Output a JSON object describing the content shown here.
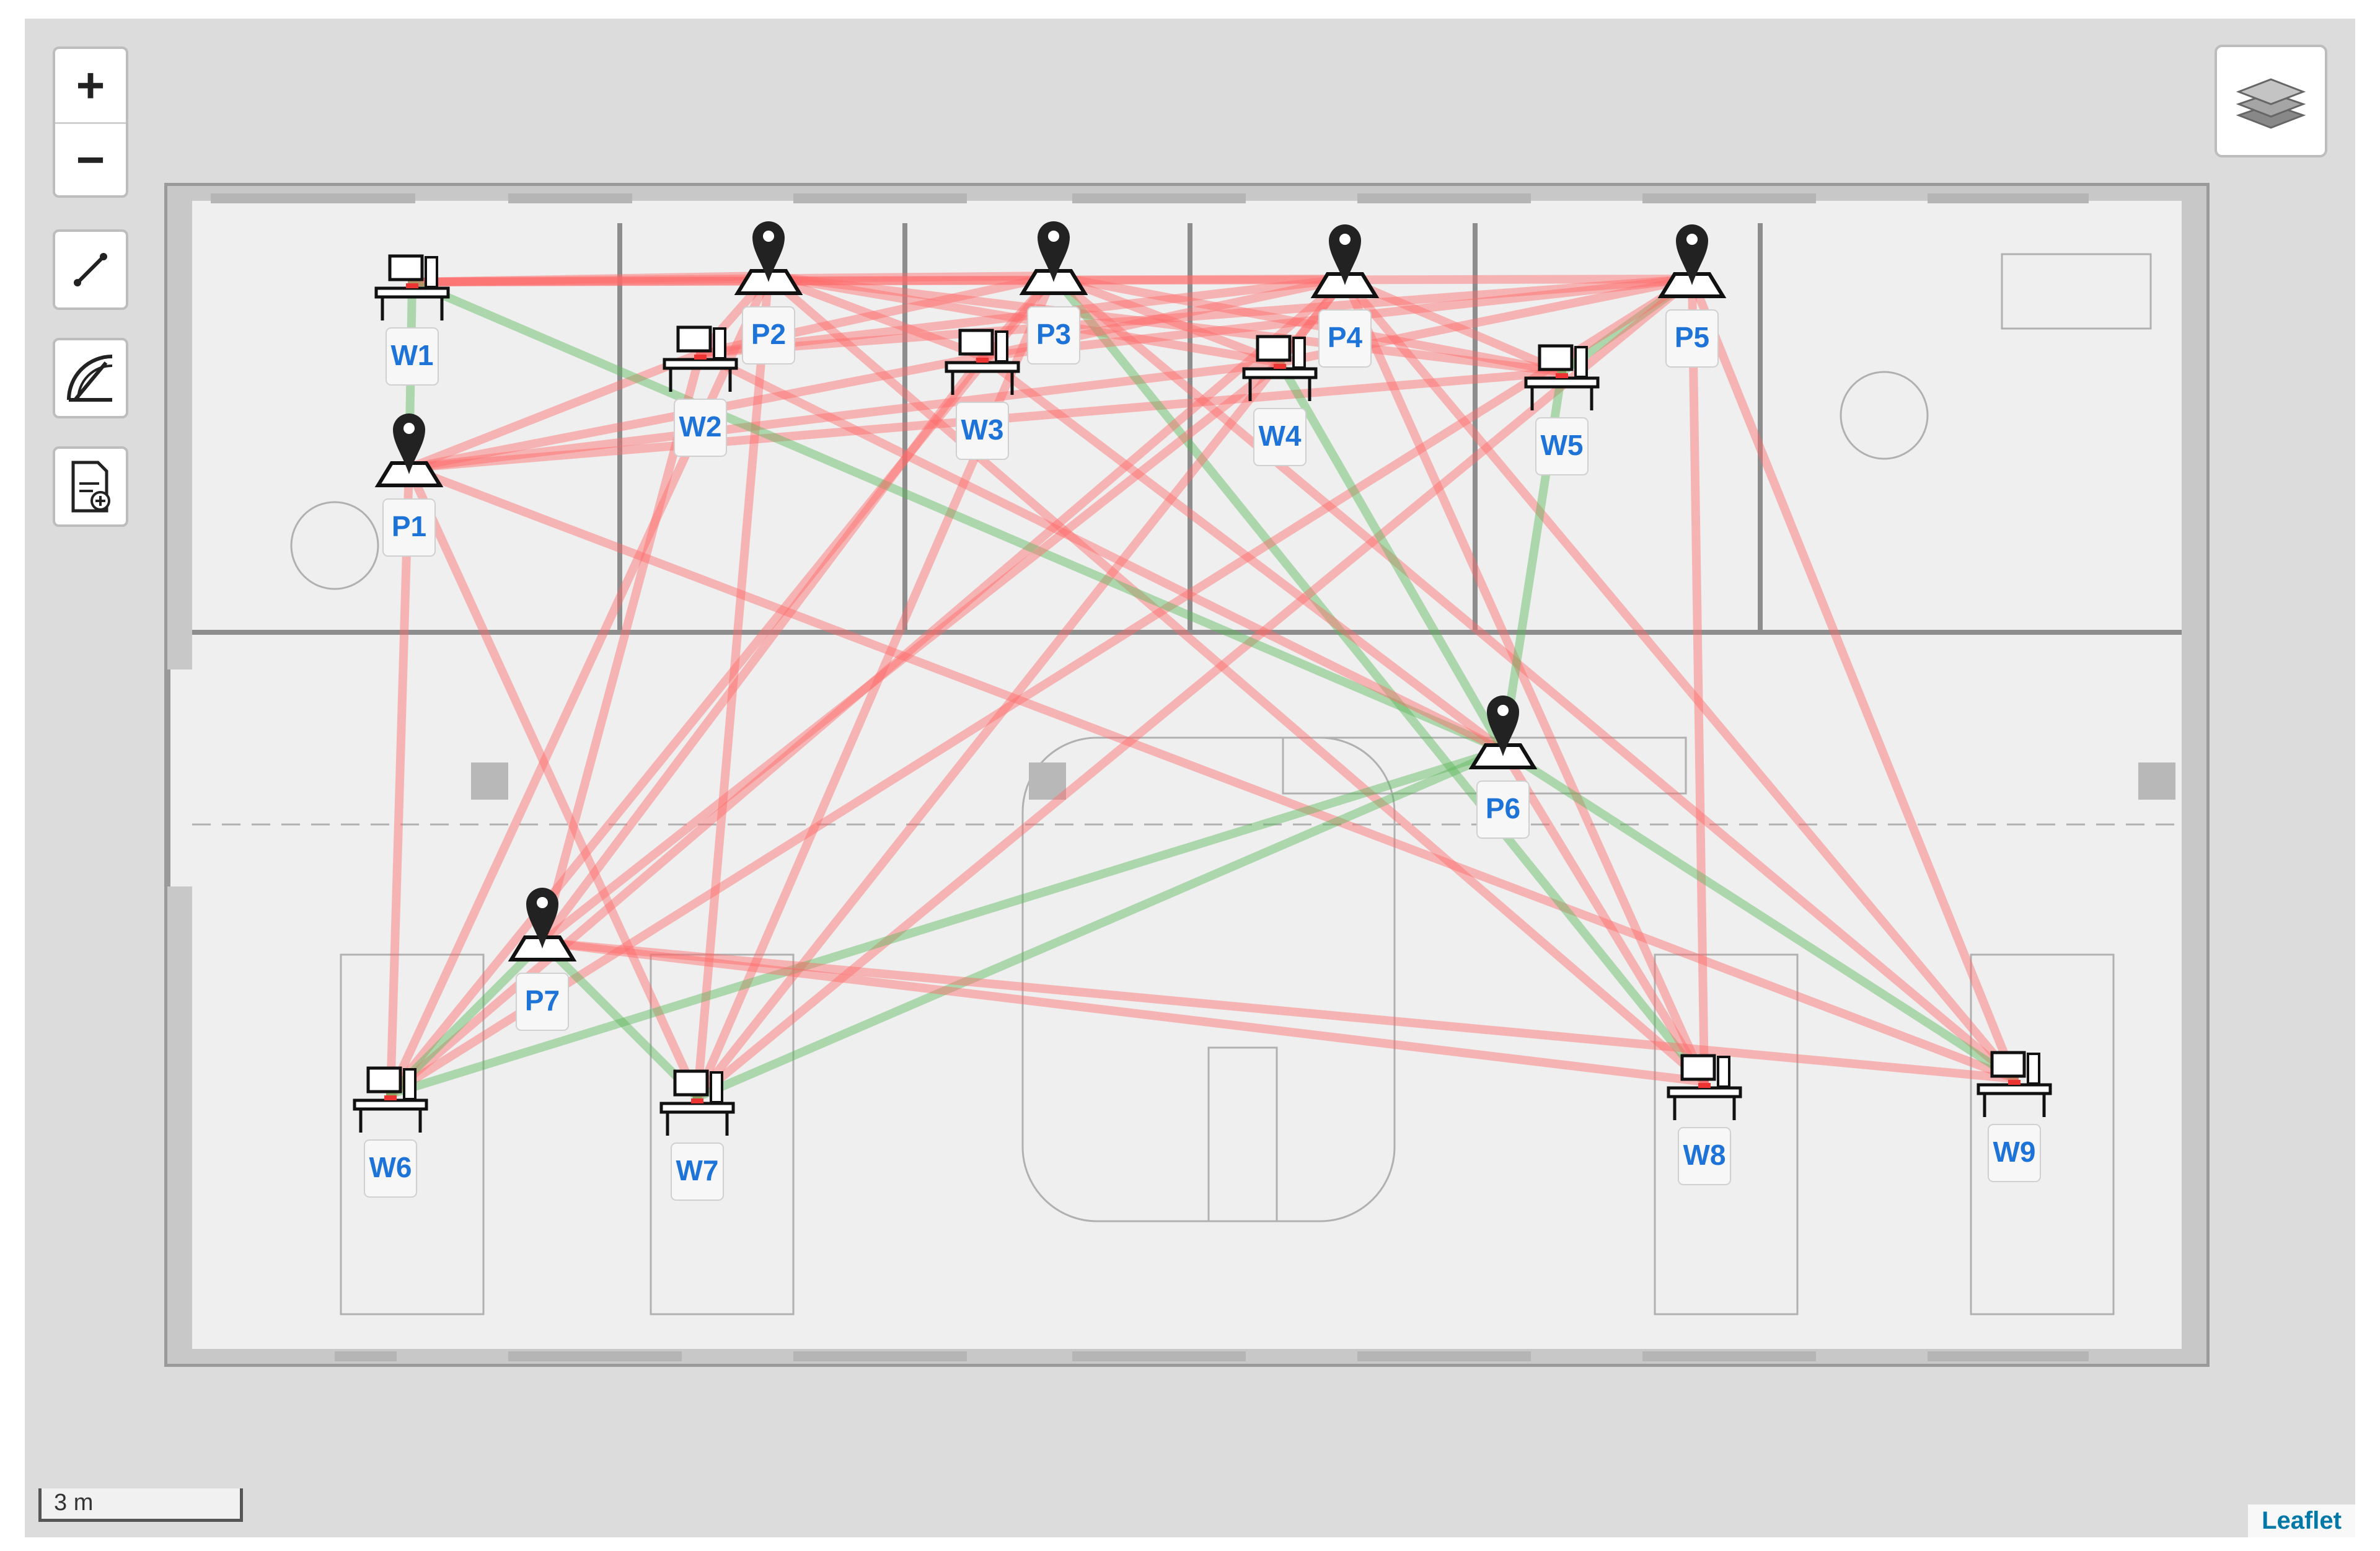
{
  "map": {
    "zoom_in_label": "+",
    "zoom_out_label": "−",
    "scale_label": "3 m",
    "attribution": "Leaflet",
    "colors": {
      "poor_link": "#ff6b6b",
      "good_link": "#5cb85c",
      "label": "#1e73d8"
    }
  },
  "positions": [
    {
      "id": "P1",
      "label": "P1"
    },
    {
      "id": "P2",
      "label": "P2"
    },
    {
      "id": "P3",
      "label": "P3"
    },
    {
      "id": "P4",
      "label": "P4"
    },
    {
      "id": "P5",
      "label": "P5"
    },
    {
      "id": "P6",
      "label": "P6"
    },
    {
      "id": "P7",
      "label": "P7"
    }
  ],
  "workstations": [
    {
      "id": "W1",
      "label": "W1"
    },
    {
      "id": "W2",
      "label": "W2"
    },
    {
      "id": "W3",
      "label": "W3"
    },
    {
      "id": "W4",
      "label": "W4"
    },
    {
      "id": "W5",
      "label": "W5"
    },
    {
      "id": "W6",
      "label": "W6"
    },
    {
      "id": "W7",
      "label": "W7"
    },
    {
      "id": "W8",
      "label": "W8"
    },
    {
      "id": "W9",
      "label": "W9"
    }
  ],
  "links": [
    {
      "from": "P1",
      "to": "W1",
      "quality": "good"
    },
    {
      "from": "P1",
      "to": "W2",
      "quality": "poor"
    },
    {
      "from": "P1",
      "to": "W3",
      "quality": "poor"
    },
    {
      "from": "P1",
      "to": "W4",
      "quality": "poor"
    },
    {
      "from": "P1",
      "to": "W5",
      "quality": "poor"
    },
    {
      "from": "P1",
      "to": "W6",
      "quality": "poor"
    },
    {
      "from": "P1",
      "to": "W7",
      "quality": "poor"
    },
    {
      "from": "P1",
      "to": "W9",
      "quality": "poor"
    },
    {
      "from": "P2",
      "to": "W1",
      "quality": "poor"
    },
    {
      "from": "P2",
      "to": "W2",
      "quality": "poor"
    },
    {
      "from": "P2",
      "to": "W3",
      "quality": "poor"
    },
    {
      "from": "P2",
      "to": "W4",
      "quality": "poor"
    },
    {
      "from": "P2",
      "to": "W5",
      "quality": "poor"
    },
    {
      "from": "P2",
      "to": "W6",
      "quality": "poor"
    },
    {
      "from": "P2",
      "to": "W7",
      "quality": "poor"
    },
    {
      "from": "P2",
      "to": "W8",
      "quality": "poor"
    },
    {
      "from": "P3",
      "to": "W1",
      "quality": "poor"
    },
    {
      "from": "P3",
      "to": "W2",
      "quality": "poor"
    },
    {
      "from": "P3",
      "to": "W3",
      "quality": "poor"
    },
    {
      "from": "P3",
      "to": "W4",
      "quality": "poor"
    },
    {
      "from": "P3",
      "to": "W5",
      "quality": "poor"
    },
    {
      "from": "P3",
      "to": "W6",
      "quality": "poor"
    },
    {
      "from": "P3",
      "to": "W7",
      "quality": "poor"
    },
    {
      "from": "P3",
      "to": "W8",
      "quality": "good"
    },
    {
      "from": "P3",
      "to": "W9",
      "quality": "poor"
    },
    {
      "from": "P4",
      "to": "W1",
      "quality": "poor"
    },
    {
      "from": "P4",
      "to": "W2",
      "quality": "poor"
    },
    {
      "from": "P4",
      "to": "W3",
      "quality": "poor"
    },
    {
      "from": "P4",
      "to": "W4",
      "quality": "poor"
    },
    {
      "from": "P4",
      "to": "W5",
      "quality": "poor"
    },
    {
      "from": "P4",
      "to": "W6",
      "quality": "poor"
    },
    {
      "from": "P4",
      "to": "W7",
      "quality": "poor"
    },
    {
      "from": "P4",
      "to": "W8",
      "quality": "poor"
    },
    {
      "from": "P4",
      "to": "W9",
      "quality": "poor"
    },
    {
      "from": "P5",
      "to": "W1",
      "quality": "poor"
    },
    {
      "from": "P5",
      "to": "W2",
      "quality": "poor"
    },
    {
      "from": "P5",
      "to": "W3",
      "quality": "poor"
    },
    {
      "from": "P5",
      "to": "W4",
      "quality": "poor"
    },
    {
      "from": "P5",
      "to": "W5",
      "quality": "good"
    },
    {
      "from": "P5",
      "to": "W6",
      "quality": "poor"
    },
    {
      "from": "P5",
      "to": "W7",
      "quality": "poor"
    },
    {
      "from": "P5",
      "to": "W8",
      "quality": "poor"
    },
    {
      "from": "P5",
      "to": "W9",
      "quality": "poor"
    },
    {
      "from": "P6",
      "to": "W1",
      "quality": "good"
    },
    {
      "from": "P6",
      "to": "W2",
      "quality": "poor"
    },
    {
      "from": "P6",
      "to": "W3",
      "quality": "poor"
    },
    {
      "from": "P6",
      "to": "W4",
      "quality": "good"
    },
    {
      "from": "P6",
      "to": "W5",
      "quality": "good"
    },
    {
      "from": "P6",
      "to": "W6",
      "quality": "good"
    },
    {
      "from": "P6",
      "to": "W7",
      "quality": "good"
    },
    {
      "from": "P6",
      "to": "W8",
      "quality": "poor"
    },
    {
      "from": "P6",
      "to": "W9",
      "quality": "good"
    },
    {
      "from": "P7",
      "to": "W2",
      "quality": "poor"
    },
    {
      "from": "P7",
      "to": "W3",
      "quality": "poor"
    },
    {
      "from": "P7",
      "to": "W4",
      "quality": "poor"
    },
    {
      "from": "P7",
      "to": "W6",
      "quality": "good"
    },
    {
      "from": "P7",
      "to": "W7",
      "quality": "good"
    },
    {
      "from": "P7",
      "to": "W8",
      "quality": "poor"
    },
    {
      "from": "P7",
      "to": "W9",
      "quality": "poor"
    }
  ]
}
